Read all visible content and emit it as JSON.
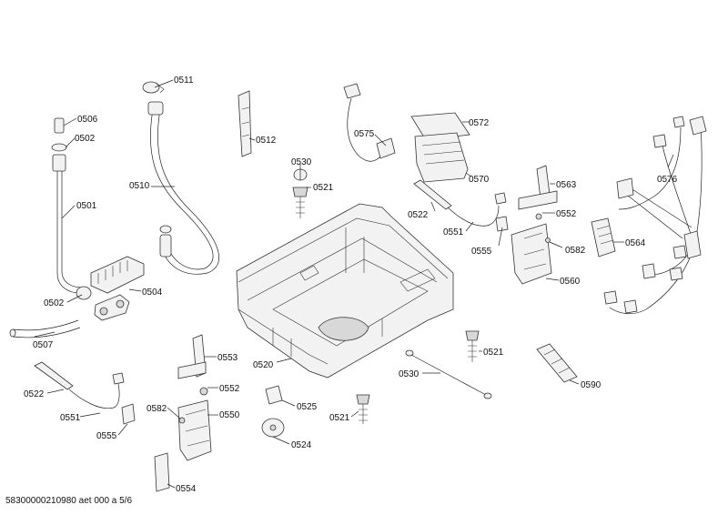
{
  "footer": "58300000210980 aet 000 a 5/6",
  "labels": {
    "l0511": "0511",
    "l0506": "0506",
    "l0502a": "0502",
    "l0510": "0510",
    "l0501": "0501",
    "l0502b": "0502",
    "l0504": "0504",
    "l0507": "0507",
    "l0512": "0512",
    "l0530a": "0530",
    "l0521a": "0521",
    "l0575": "0575",
    "l0572": "0572",
    "l0570": "0570",
    "l0522a": "0522",
    "l0551a": "0551",
    "l0555a": "0555",
    "l0563": "0563",
    "l0552a": "0552",
    "l0582a": "0582",
    "l0564": "0564",
    "l0560": "0560",
    "l0576": "0576",
    "l0553": "0553",
    "l0520": "0520",
    "l0552b": "0552",
    "l0550": "0550",
    "l0582b": "0582",
    "l0522b": "0522",
    "l0551b": "0551",
    "l0555b": "0555",
    "l0554": "0554",
    "l0525": "0525",
    "l0524": "0524",
    "l0521b": "0521",
    "l0521c": "0521",
    "l0530b": "0530",
    "l0590": "0590"
  }
}
